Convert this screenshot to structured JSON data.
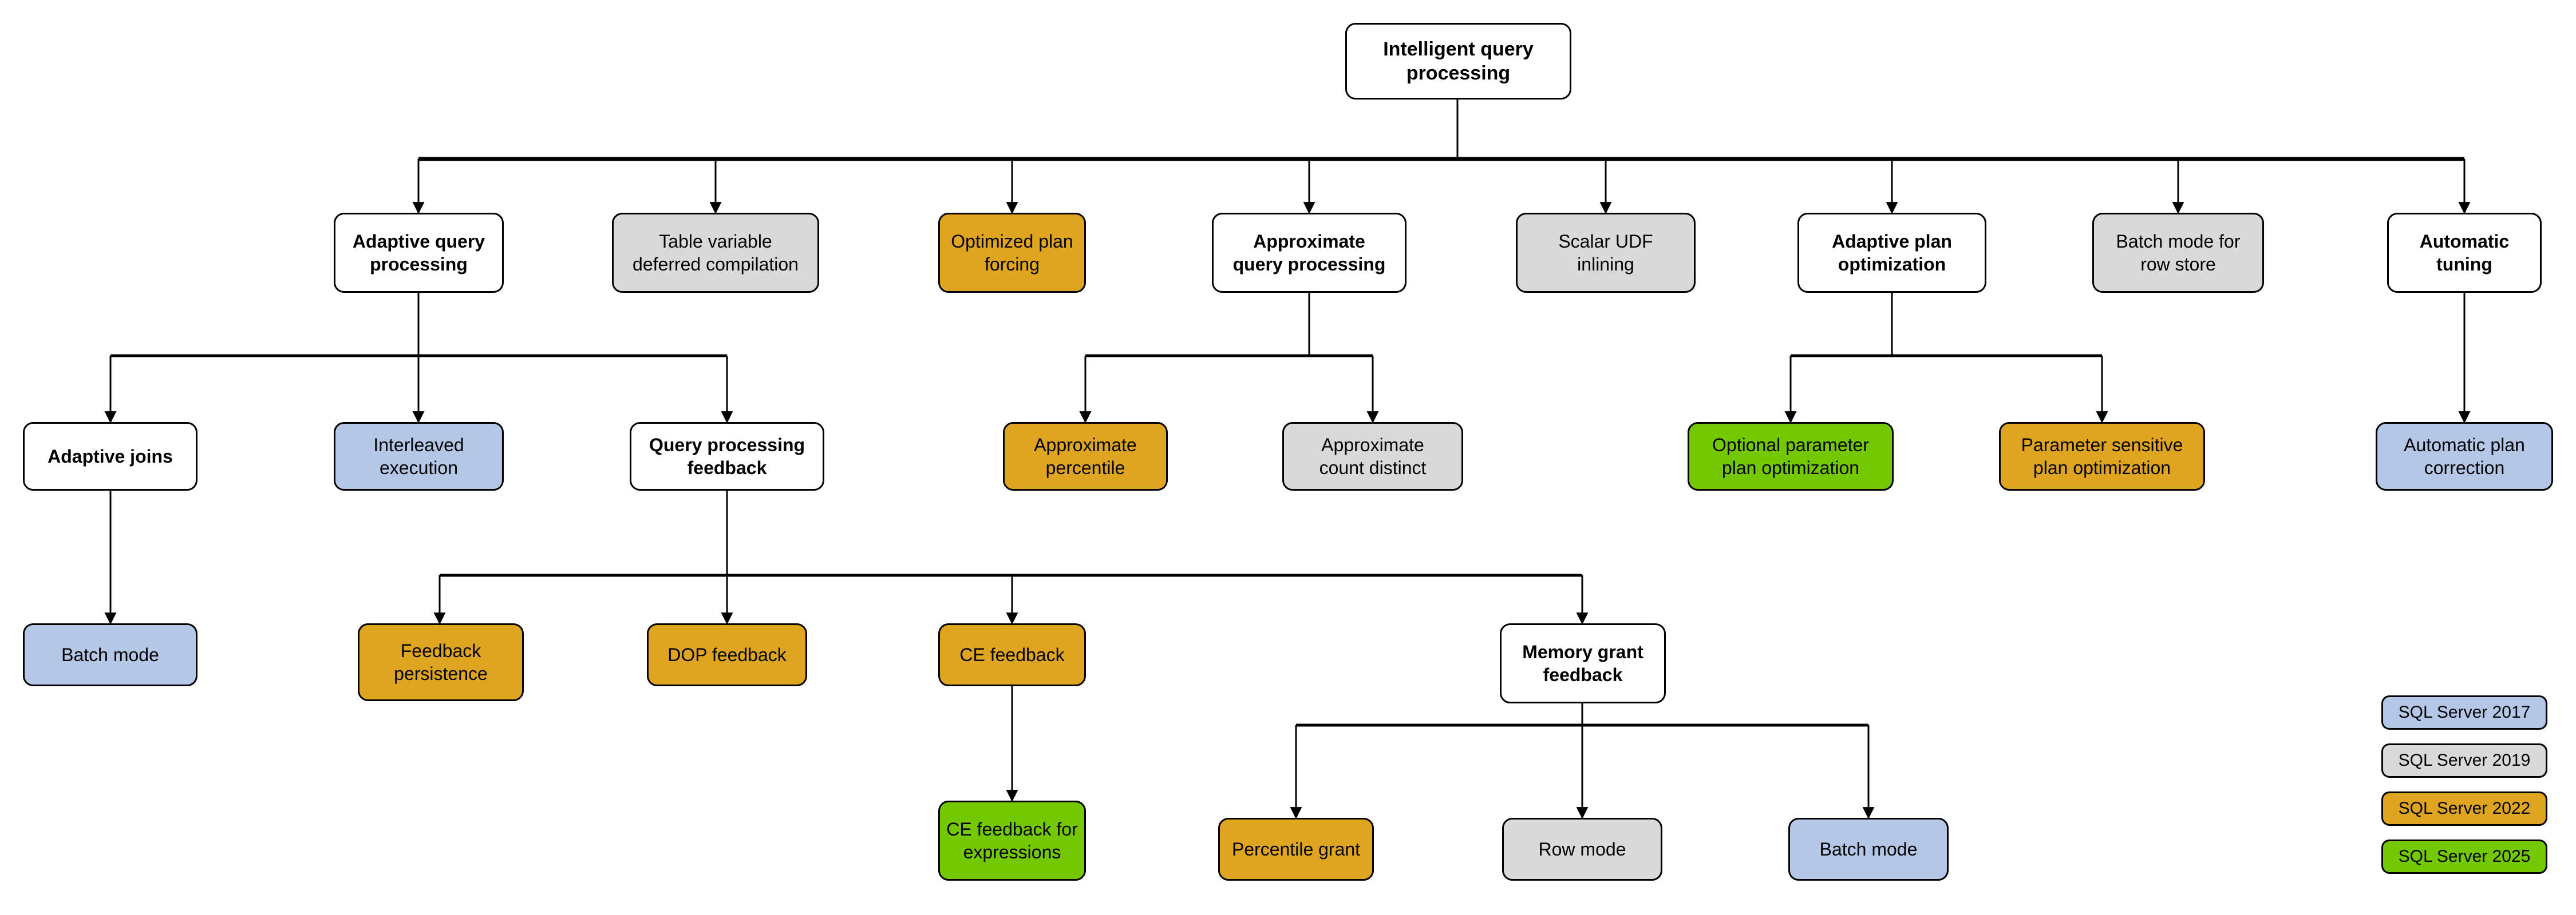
{
  "title": "Intelligent query processing feature family tree",
  "colors": {
    "white": "#ffffff",
    "gray": "#d9d9d9",
    "amber": "#dfa521",
    "blue": "#b4c7e7",
    "green": "#74c800",
    "stroke": "#000000"
  },
  "root": {
    "label": "Intelligent query\nprocessing",
    "fill": "white"
  },
  "level1": [
    {
      "label": "Adaptive query\nprocessing",
      "fill": "white"
    },
    {
      "label": "Table variable\ndeferred compilation",
      "fill": "gray"
    },
    {
      "label": "Optimized plan\nforcing",
      "fill": "amber"
    },
    {
      "label": "Approximate\nquery processing",
      "fill": "white"
    },
    {
      "label": "Scalar UDF\ninlining",
      "fill": "gray"
    },
    {
      "label": "Adaptive plan\noptimization",
      "fill": "white"
    },
    {
      "label": "Batch mode for\nrow store",
      "fill": "gray"
    },
    {
      "label": "Automatic\ntuning",
      "fill": "white"
    }
  ],
  "level2": [
    {
      "label": "Adaptive joins",
      "fill": "white",
      "parent": "Adaptive query processing"
    },
    {
      "label": "Interleaved\nexecution",
      "fill": "blue",
      "parent": "Adaptive query processing"
    },
    {
      "label": "Query processing\nfeedback",
      "fill": "white",
      "parent": "Adaptive query processing"
    },
    {
      "label": "Approximate\npercentile",
      "fill": "amber",
      "parent": "Approximate query processing"
    },
    {
      "label": "Approximate\ncount distinct",
      "fill": "gray",
      "parent": "Approximate query processing"
    },
    {
      "label": "Optional parameter\nplan optimization",
      "fill": "green",
      "parent": "Adaptive plan optimization"
    },
    {
      "label": "Parameter sensitive\nplan optimization",
      "fill": "amber",
      "parent": "Adaptive plan optimization"
    },
    {
      "label": "Automatic plan\ncorrection",
      "fill": "blue",
      "parent": "Automatic tuning"
    }
  ],
  "level3": [
    {
      "label": "Batch mode",
      "fill": "blue",
      "parent": "Adaptive joins"
    },
    {
      "label": "Feedback\npersistence",
      "fill": "amber",
      "parent": "Query processing feedback"
    },
    {
      "label": "DOP feedback",
      "fill": "amber",
      "parent": "Query processing feedback"
    },
    {
      "label": "CE feedback",
      "fill": "amber",
      "parent": "Query processing feedback"
    },
    {
      "label": "Memory grant\nfeedback",
      "fill": "white",
      "parent": "Query processing feedback"
    }
  ],
  "level4": [
    {
      "label": "CE feedback for\nexpressions",
      "fill": "green",
      "parent": "CE feedback"
    },
    {
      "label": "Percentile grant",
      "fill": "amber",
      "parent": "Memory grant feedback"
    },
    {
      "label": "Row mode",
      "fill": "gray",
      "parent": "Memory grant feedback"
    },
    {
      "label": "Batch mode",
      "fill": "blue",
      "parent": "Memory grant feedback"
    }
  ],
  "legend": [
    {
      "label": "SQL Server 2017",
      "fill": "blue"
    },
    {
      "label": "SQL Server 2019",
      "fill": "gray"
    },
    {
      "label": "SQL Server 2022",
      "fill": "amber"
    },
    {
      "label": "SQL Server 2025",
      "fill": "green"
    }
  ]
}
